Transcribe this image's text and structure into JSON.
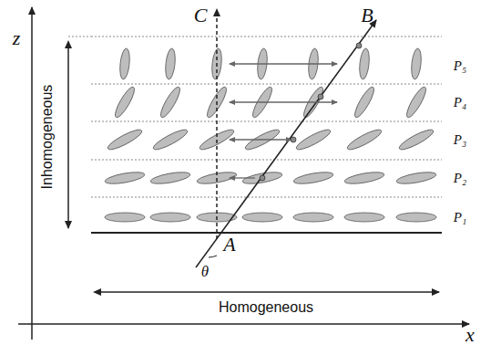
{
  "diagram": {
    "labels": [
      "z",
      "C",
      "B",
      "Inhomogeneous",
      "P₅",
      "P₄",
      "P₃",
      "P₂",
      "P₁",
      "A",
      "θ",
      "Homogeneous",
      "x"
    ]
  }
}
